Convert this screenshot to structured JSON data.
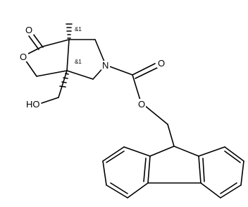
{
  "molecule": {
    "atoms": {
      "carbonyl_oxygen": "O",
      "ring_oxygen": "O",
      "nitrogen": "N",
      "ester_carbonyl_oxygen": "O",
      "ester_oxygen": "O",
      "hydroxyl": "HO"
    },
    "stereo_labels": {
      "c3a": "&1",
      "c6a": "&1"
    }
  }
}
